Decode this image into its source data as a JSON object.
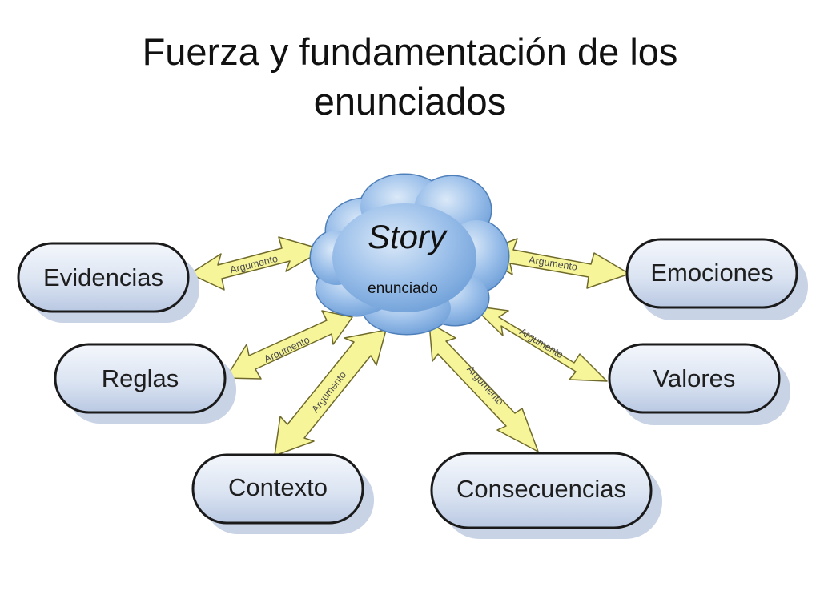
{
  "slide": {
    "title_line1": "Fuerza y fundamentación de los",
    "title_line2": "enunciados"
  },
  "center": {
    "title": "Story",
    "subtitle": "enunciado"
  },
  "nodes": {
    "evidencias": "Evidencias",
    "reglas": "Reglas",
    "contexto": "Contexto",
    "consecuencias": "Consecuencias",
    "emociones": "Emociones",
    "valores": "Valores"
  },
  "arrows": {
    "evidencias": "Argumento",
    "reglas": "Argumento",
    "contexto": "Argumento",
    "consecuencias": "Argumento",
    "emociones": "Argumento",
    "valores": "Argumento"
  },
  "colors": {
    "node_fill_top": "#f4f7fc",
    "node_fill_bottom": "#b9c8e2",
    "node_stroke": "#1a1a1a",
    "node_shadow": "#c9d3e6",
    "cloud_light": "#c7dcf3",
    "cloud_dark": "#6e9fd8",
    "cloud_stroke": "#4f7fb9",
    "arrow_fill": "#f7f59a",
    "arrow_stroke": "#6f6a2a"
  }
}
